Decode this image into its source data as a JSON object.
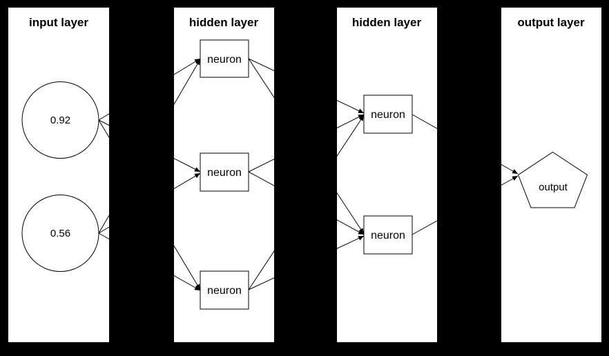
{
  "diagram": {
    "title": "neural-network-layer-diagram",
    "colors": {
      "background": "#000000",
      "input_panel_fill": "#d6e4f4",
      "panel_fill": "#ffffff",
      "node_fill": "#ffffff",
      "stroke": "#000000",
      "text": "#000000"
    },
    "layers": [
      {
        "title": "input layer"
      },
      {
        "title": "hidden layer"
      },
      {
        "title": "hidden layer"
      },
      {
        "title": "output layer"
      }
    ],
    "nodes": {
      "inputs": [
        {
          "value": "0.92"
        },
        {
          "value": "0.56"
        }
      ],
      "hidden1": [
        {
          "label": "neuron"
        },
        {
          "label": "neuron"
        },
        {
          "label": "neuron"
        }
      ],
      "hidden2": [
        {
          "label": "neuron"
        },
        {
          "label": "neuron"
        }
      ],
      "output": {
        "label": "output"
      }
    }
  }
}
